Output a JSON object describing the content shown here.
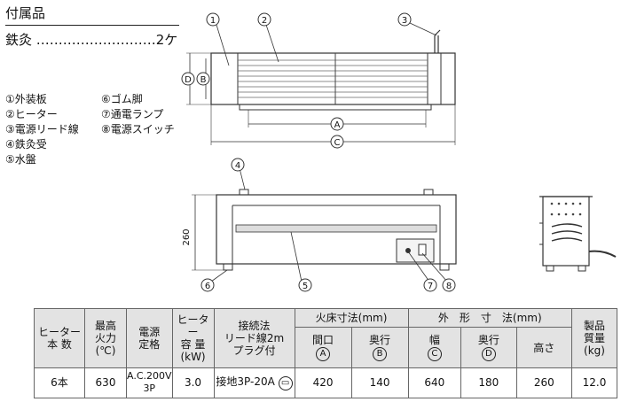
{
  "accessories": {
    "title": "付属品",
    "item": "鉄灸 ………………………2ケ"
  },
  "parts": [
    "①外装板",
    "②ヒーター",
    "③電源リード線",
    "④鉄灸受",
    "⑤水盤",
    "⑥ゴム脚",
    "⑦通電ランプ",
    "⑧電源スイッチ"
  ],
  "callouts": {
    "n1": "1",
    "n2": "2",
    "n3": "3",
    "n4": "4",
    "n5": "5",
    "n6": "6",
    "n7": "7",
    "n8": "8"
  },
  "dim_marks": {
    "A": "A",
    "B": "B",
    "C": "C",
    "D": "D"
  },
  "front_height_label": "260",
  "table": {
    "h_heater_count": "ヒーター\n本 数",
    "h_max_heat": "最高\n火力\n(℃)",
    "h_power": "電源\n定格",
    "h_capacity": "ヒーター\n容 量\n(kW)",
    "h_connection": "接続法\nリード線2m\nプラグ付",
    "h_fire_bed": "火床寸法(mm)",
    "h_outer": "外　形　寸　法(mm)",
    "h_weight": "製品\n質量\n(kg)",
    "h_opening": "間口",
    "h_depth": "奥行",
    "h_width": "幅",
    "h_depth2": "奥行",
    "h_height": "高さ",
    "m_A": "A",
    "m_B": "B",
    "m_C": "C",
    "m_D": "D",
    "row": {
      "heater_count": "6本",
      "max_heat": "630",
      "power": "A.C.200V\n3P",
      "capacity": "3.0",
      "connection": "接地3P-20A",
      "opening": "420",
      "depth": "140",
      "width": "640",
      "depth2": "180",
      "height": "260",
      "weight": "12.0"
    }
  }
}
